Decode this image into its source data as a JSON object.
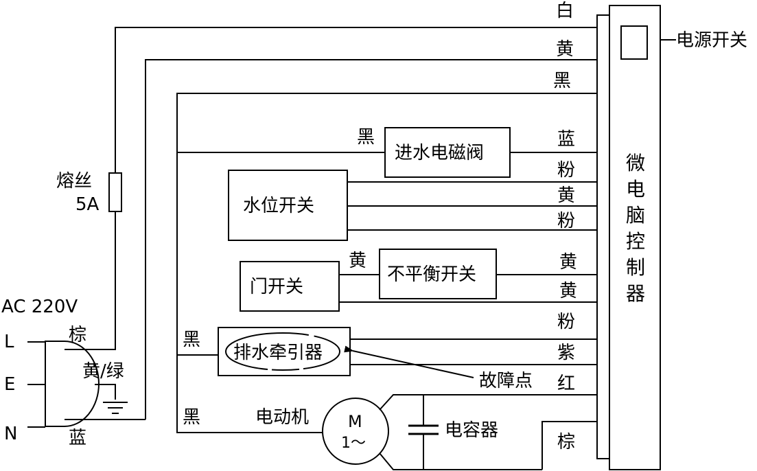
{
  "controller": {
    "label_chars": [
      "微",
      "电",
      "脑",
      "控",
      "制",
      "器"
    ],
    "power_switch_label": "电源开关"
  },
  "wire_colors_right": [
    "白",
    "黄",
    "黑",
    "蓝",
    "粉",
    "黄",
    "粉",
    "黄",
    "黄",
    "粉",
    "紫",
    "红",
    "棕"
  ],
  "components": {
    "inlet_valve": "进水电磁阀",
    "water_level_switch": "水位开关",
    "door_switch": "门开关",
    "imbalance_switch": "不平衡开关",
    "drain_tractor": "排水牵引器",
    "motor_label": "电动机",
    "motor_symbol_top": "M",
    "motor_symbol_bottom": "1～",
    "capacitor": "电容器"
  },
  "fuse": {
    "label_line1": "熔丝",
    "label_line2": "5A"
  },
  "power": {
    "title": "AC 220V",
    "terminals": [
      "L",
      "E",
      "N"
    ],
    "wire_brown": "棕",
    "wire_yellow_green": "黄/绿",
    "wire_blue": "蓝"
  },
  "inner_wire_labels": {
    "inlet_valve_black": "黑",
    "door_to_imbalance_yellow": "黄",
    "drain_black": "黑",
    "motor_black": "黑"
  },
  "fault_label": "故障点"
}
